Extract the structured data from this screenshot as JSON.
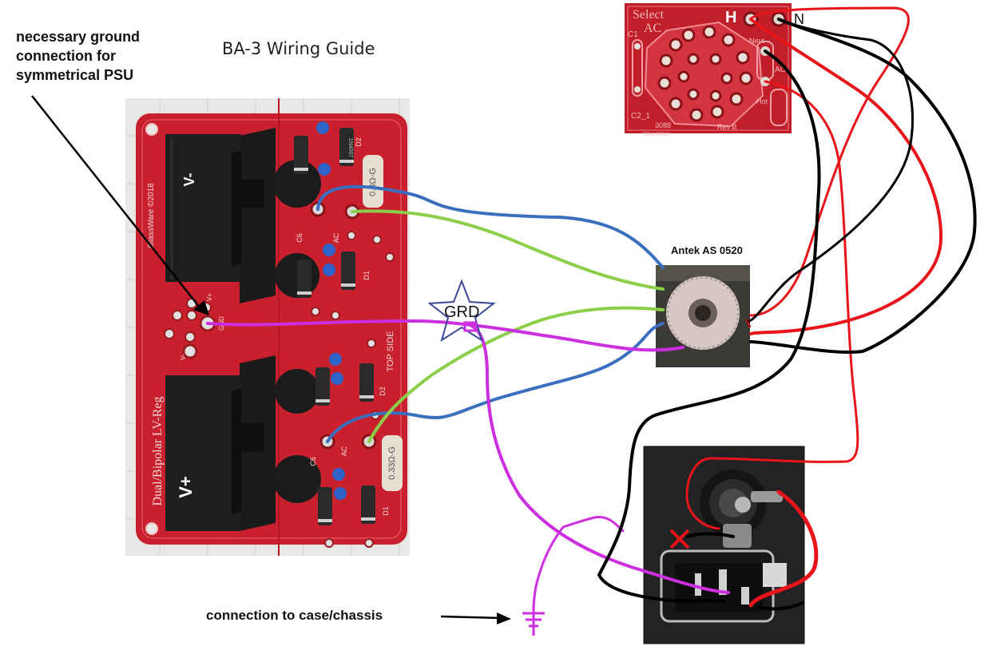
{
  "title": "BA-3 Wiring Guide",
  "annotations": {
    "ground_note_line1": "necessary ground",
    "ground_note_line2": "connection for",
    "ground_note_line3": "symmetrical PSU",
    "transformer_label": "Antek AS 0520",
    "grd_label": "GRD",
    "chassis_label": "connection to case/chassis",
    "hot_label": "H",
    "neutral_label": "N"
  },
  "psu_board": {
    "v_minus": "V-",
    "v_plus": "V+",
    "brand": "GlassWare ©2018",
    "board_name": "Dual/Bipolar LV-Reg",
    "top_side": "TOP SIDE",
    "pad_vminus": "V-",
    "pad_gnd": "GND",
    "pad_vplus": "V+",
    "resistor_top": "0.3Ω-G",
    "resistor_bottom": "0.33Ω-G",
    "ac_top": "AC",
    "ac_bottom": "AC",
    "c6_top": "C6",
    "c6_bottom": "C6",
    "d2_top": "D2",
    "d1_top": "D1",
    "d1_bottom": "D1",
    "d2_bottom": "D2",
    "diode_code": "1N4007"
  },
  "selector_board": {
    "title_line1": "Select",
    "title_line2": "AC",
    "c1": "C1",
    "c2": "C2_1",
    "rev": "Rev B",
    "neut": "Neut",
    "hot": "Hot",
    "ac": "AC",
    "brand": "GlassWare",
    "code": "3088"
  },
  "colors": {
    "board_red": "#c8202c",
    "wire_red": "#e8141a",
    "wire_black": "#000000",
    "wire_green": "#8ccf4a",
    "wire_blue": "#3a6fbf",
    "wire_magenta": "#cc2ee0",
    "star_stroke": "#3b4a9a"
  }
}
